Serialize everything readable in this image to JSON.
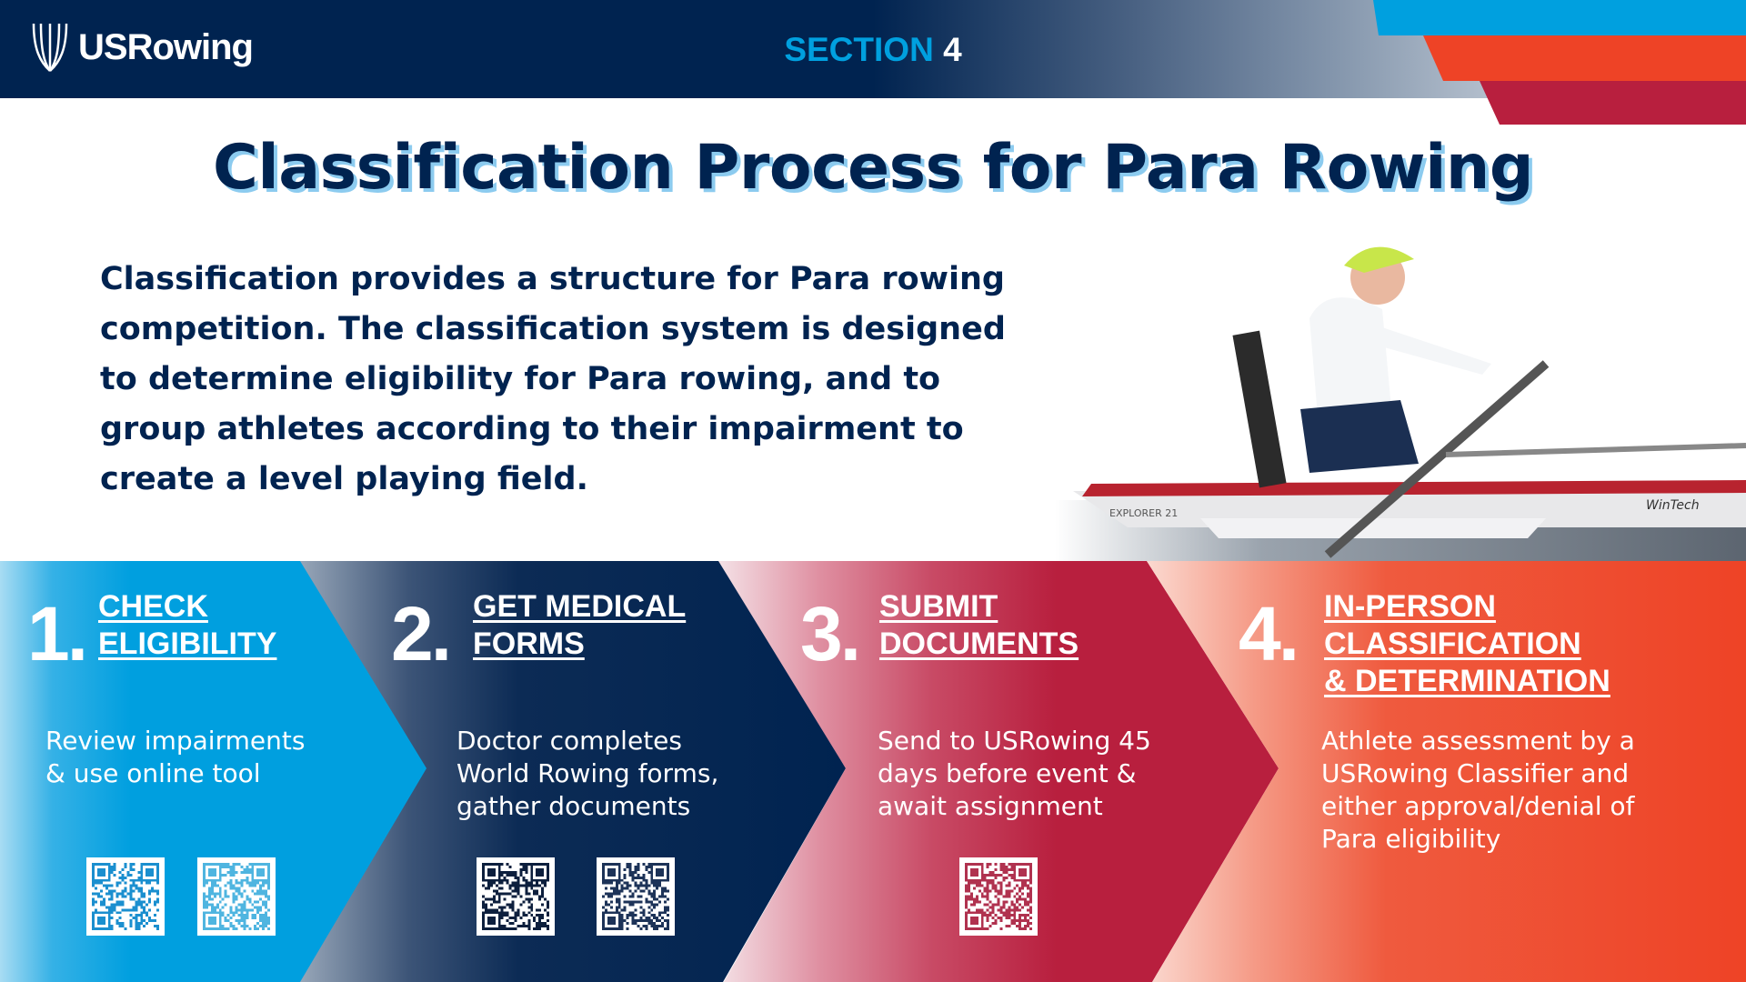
{
  "header": {
    "logo_text": "USRowing",
    "section_word": "SECTION",
    "section_number": "4"
  },
  "title": "Classification Process for Para Rowing",
  "intro_lines": [
    "Classification provides a structure for Para rowing",
    "competition. The classification system is designed",
    "to determine eligibility for Para rowing, and to",
    "group athletes according to their impairment to",
    "create a level playing field."
  ],
  "photo": {
    "boat_labels": [
      "EXPLORER 21",
      "WinTech"
    ]
  },
  "steps": [
    {
      "number": "1.",
      "heading_lines": [
        "CHECK",
        "ELIGIBILITY"
      ],
      "body_lines": [
        "Review impairments",
        "& use online tool"
      ],
      "qr_colors": [
        "#1b8fcf",
        "#4fb5e0"
      ]
    },
    {
      "number": "2.",
      "heading_lines": [
        "GET MEDICAL",
        "FORMS"
      ],
      "body_lines": [
        "Doctor completes",
        "World Rowing forms,",
        "gather documents"
      ],
      "qr_colors": [
        "#0d1f3d",
        "#1d3358"
      ]
    },
    {
      "number": "3.",
      "heading_lines": [
        "SUBMIT",
        "DOCUMENTS"
      ],
      "body_lines": [
        "Send to USRowing 45",
        "days before event &",
        "await assignment"
      ],
      "qr_colors": [
        "#b0324f"
      ]
    },
    {
      "number": "4.",
      "heading_lines": [
        "IN-PERSON",
        "CLASSIFICATION",
        "& DETERMINATION"
      ],
      "body_lines": [
        "Athlete assessment by a",
        "USRowing Classifier and",
        "either approval/denial of",
        "Para eligibility"
      ],
      "qr_colors": []
    }
  ],
  "colors": {
    "navy": "#002350",
    "blue": "#00a0df",
    "orange": "#ee4326",
    "crimson": "#b81f3e"
  }
}
